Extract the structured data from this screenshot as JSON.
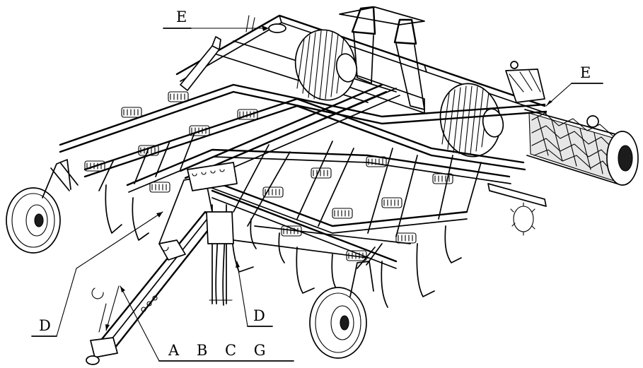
{
  "figure": {
    "kind": "technical line drawing of a towed field cultivator with tines, gauge wheels, packer roller and drawbar",
    "colors": {
      "ink": "#000000",
      "paper": "#ffffff"
    }
  },
  "labels": [
    {
      "id": "label-e-top",
      "text": "E"
    },
    {
      "id": "label-e-right",
      "text": "E"
    },
    {
      "id": "label-d-left",
      "text": "D"
    },
    {
      "id": "label-d-center",
      "text": "D"
    },
    {
      "id": "label-abcg",
      "text": "A B C G"
    }
  ]
}
